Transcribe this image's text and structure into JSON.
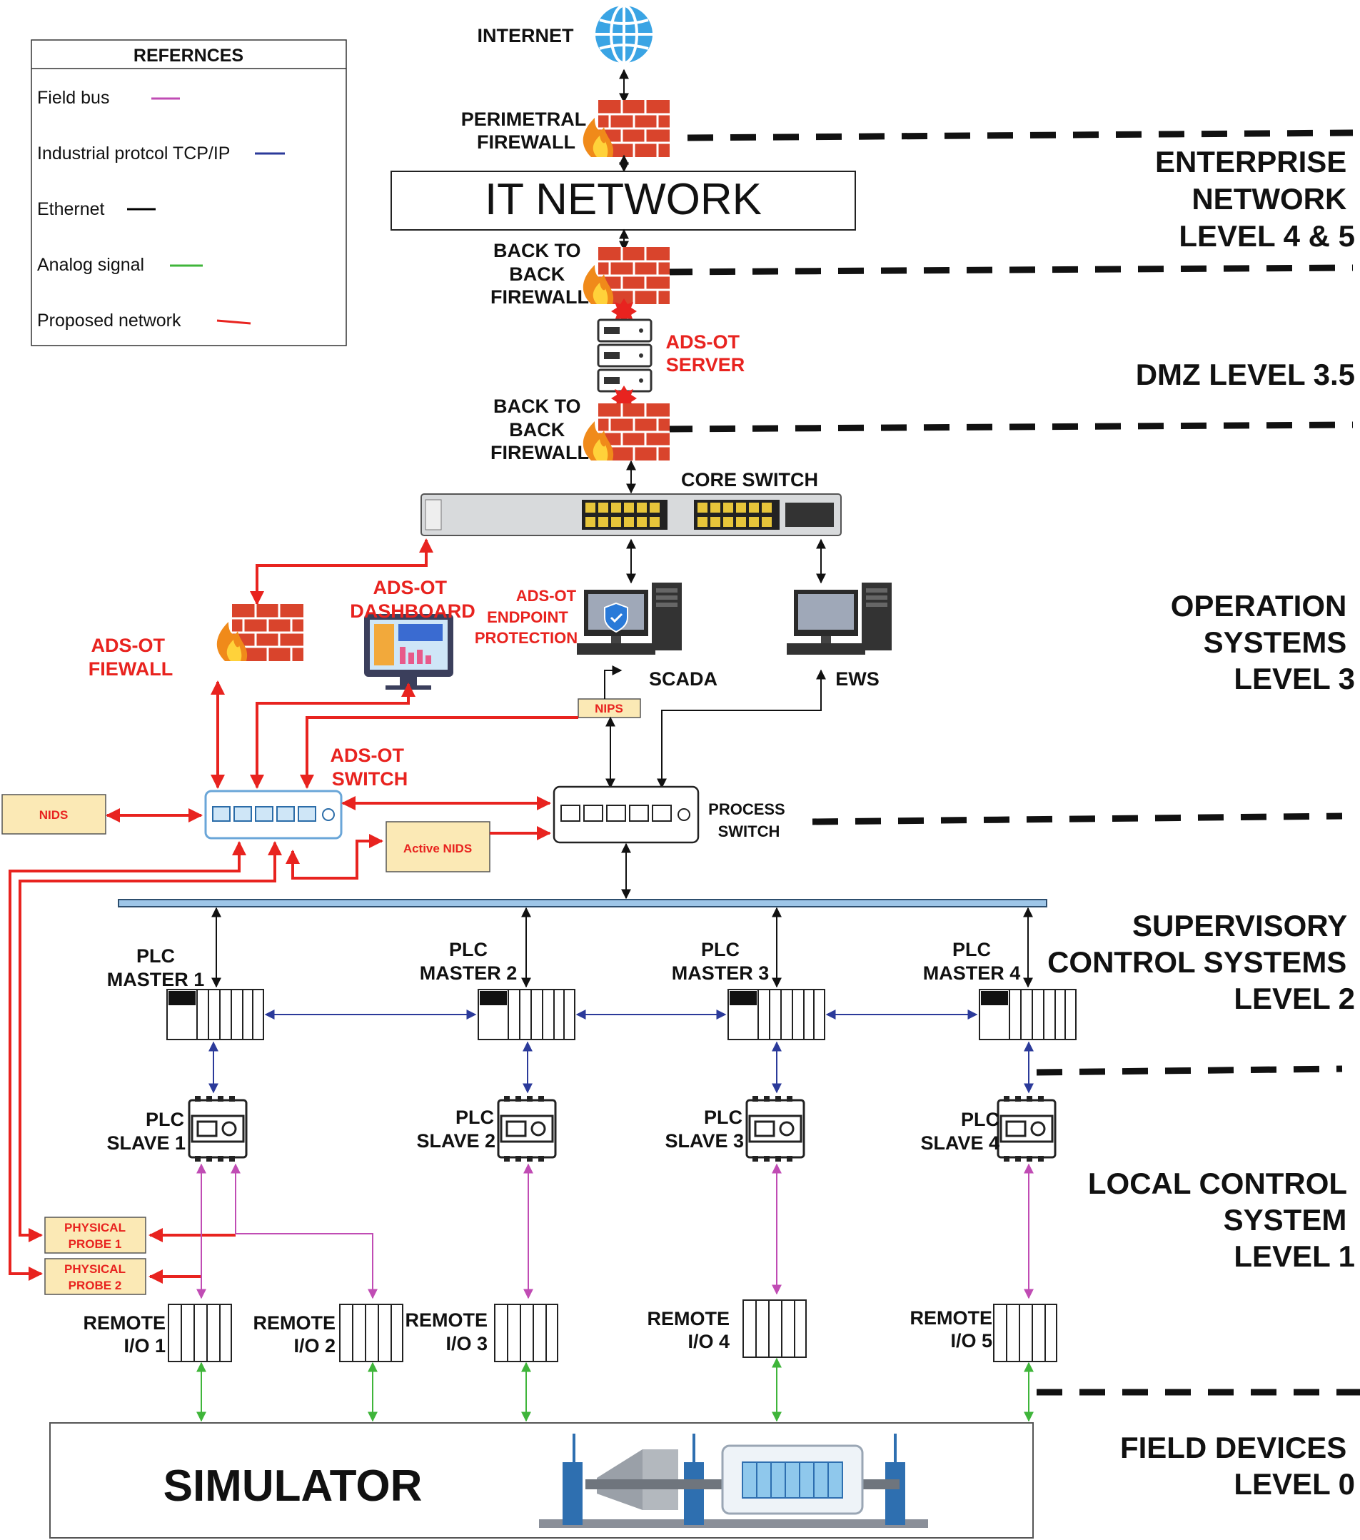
{
  "references": {
    "title": "REFERNCES",
    "items": [
      {
        "label": "Field bus",
        "color": "#c04cb4"
      },
      {
        "label": "Industrial protcol TCP/IP",
        "color": "#2b3a9a"
      },
      {
        "label": "Ethernet",
        "color": "#000000"
      },
      {
        "label": "Analog signal",
        "color": "#3fb53a"
      },
      {
        "label": "Proposed network",
        "color": "#e8231f"
      }
    ]
  },
  "nodes": {
    "internet": "INTERNET",
    "perimetral_firewall": [
      "PERIMETRAL",
      "FIREWALL"
    ],
    "it_network": "IT NETWORK",
    "b2b_firewall_top": [
      "BACK TO",
      "BACK",
      "FIREWALL"
    ],
    "ads_server": [
      "ADS-OT",
      "SERVER"
    ],
    "b2b_firewall_bottom": [
      "BACK TO",
      "BACK",
      "FIREWALL"
    ],
    "core_switch": "CORE SWITCH",
    "ads_firewall": [
      "ADS-OT",
      "FIEWALL"
    ],
    "ads_dashboard": [
      "ADS-OT",
      "DASHBOARD"
    ],
    "endpoint_protection": [
      "ADS-OT",
      "ENDPOINT",
      "PROTECTION"
    ],
    "scada": "SCADA",
    "ews": "EWS",
    "nips": "NIPS",
    "ads_switch": [
      "ADS-OT",
      "SWITCH"
    ],
    "nids": "NIDS",
    "active_nids": "Active NIDS",
    "process_switch": [
      "PROCESS",
      "SWITCH"
    ],
    "plc_masters": [
      [
        "PLC",
        "MASTER 1"
      ],
      [
        "PLC",
        "MASTER 2"
      ],
      [
        "PLC",
        "MASTER 3"
      ],
      [
        "PLC",
        "MASTER 4"
      ]
    ],
    "plc_slaves": [
      [
        "PLC",
        "SLAVE 1"
      ],
      [
        "PLC",
        "SLAVE 2"
      ],
      [
        "PLC",
        "SLAVE 3"
      ],
      [
        "PLC",
        "SLAVE 4"
      ]
    ],
    "physical_probes": [
      [
        "PHYSICAL",
        "PROBE 1"
      ],
      [
        "PHYSICAL",
        "PROBE 2"
      ]
    ],
    "remote_ios": [
      [
        "REMOTE",
        "I/O 1"
      ],
      [
        "REMOTE",
        "I/O 2"
      ],
      [
        "REMOTE",
        "I/O 3"
      ],
      [
        "REMOTE",
        "I/O 4"
      ],
      [
        "REMOTE",
        "I/O 5"
      ]
    ],
    "simulator": "SIMULATOR"
  },
  "levels": [
    [
      "ENTERPRISE",
      "NETWORK",
      "LEVEL 4 & 5"
    ],
    [
      "DMZ LEVEL 3.5"
    ],
    [
      "OPERATION",
      "SYSTEMS",
      "LEVEL 3"
    ],
    [
      "SUPERVISORY",
      "CONTROL SYSTEMS",
      "LEVEL 2"
    ],
    [
      "LOCAL CONTROL",
      "SYSTEM",
      "LEVEL 1"
    ],
    [
      "FIELD DEVICES",
      "LEVEL 0"
    ]
  ]
}
